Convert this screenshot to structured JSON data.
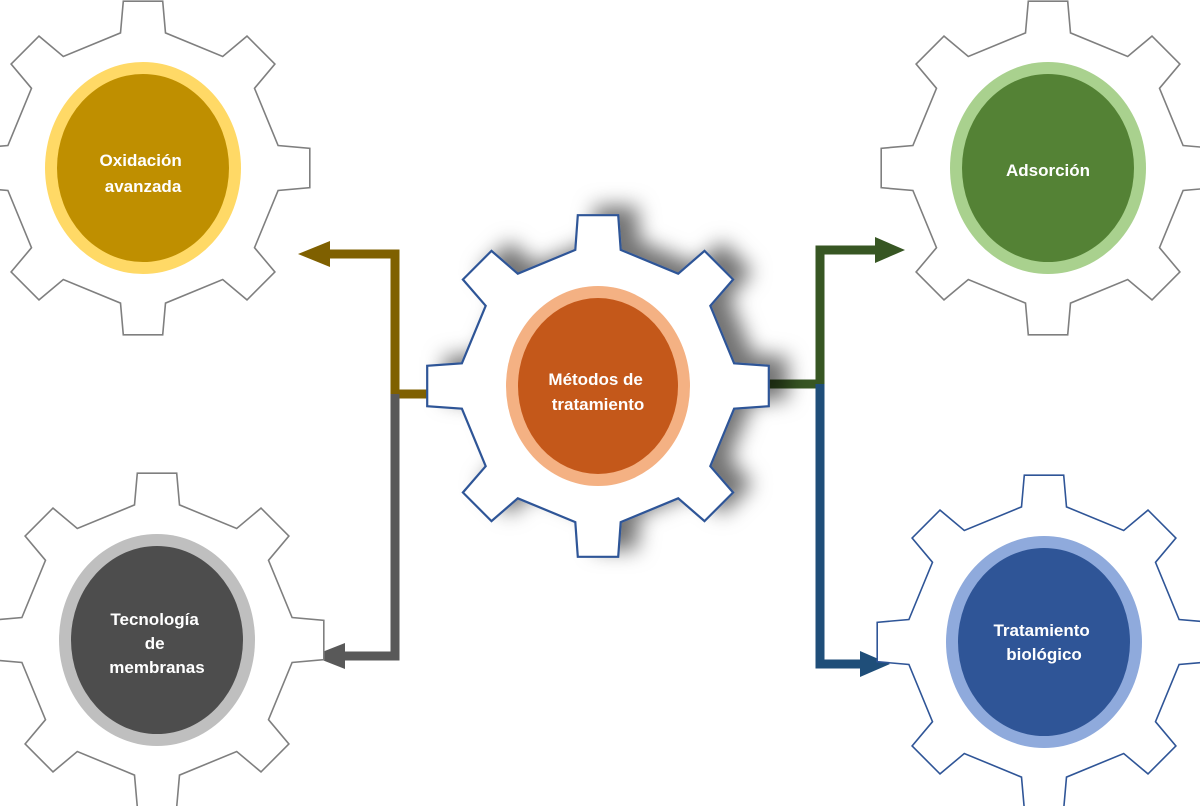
{
  "center": {
    "lines": [
      "Métodos de",
      "tratamiento"
    ],
    "colors": {
      "fill": "#C4581A",
      "ring": "#F4B183",
      "gear_stroke": "#2F5597"
    }
  },
  "nodes": [
    {
      "id": "oxidacion",
      "lines": [
        "Oxidación",
        "avanzada"
      ],
      "colors": {
        "fill": "#BF8F00",
        "ring": "#FFD966",
        "gear_stroke": "#7F7F7F",
        "arrow": "#7F6000"
      }
    },
    {
      "id": "membranas",
      "lines": [
        "Tecnología",
        "de",
        "membranas"
      ],
      "colors": {
        "fill": "#4D4D4D",
        "ring": "#BFBFBF",
        "gear_stroke": "#7F7F7F",
        "arrow": "#595959"
      }
    },
    {
      "id": "adsorcion",
      "lines": [
        "Adsorción"
      ],
      "colors": {
        "fill": "#548235",
        "ring": "#A9D18E",
        "gear_stroke": "#7F7F7F",
        "arrow": "#375623"
      }
    },
    {
      "id": "biologico",
      "lines": [
        "Tratamiento",
        "biológico"
      ],
      "colors": {
        "fill": "#2F5597",
        "ring": "#8FAADC",
        "gear_stroke": "#2F5597",
        "arrow": "#1F4E79"
      }
    }
  ]
}
